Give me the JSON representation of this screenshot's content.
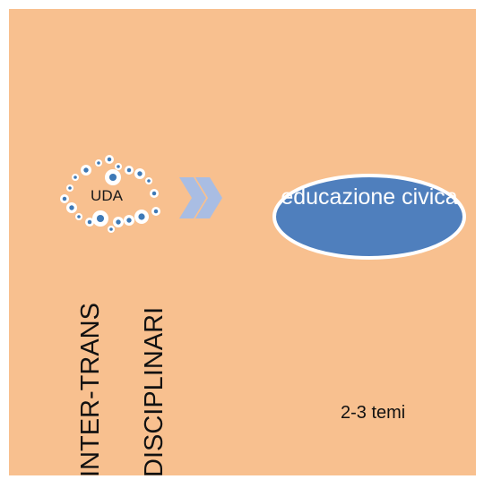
{
  "diagram": {
    "uda_label": "UDA",
    "oval_text": "educazione civica",
    "vertical_labels": [
      "INTER-TRANS",
      "DISCIPLINARI"
    ],
    "note": "2-3 temi"
  },
  "colors": {
    "background": "#f8c08f",
    "oval_fill": "#4f7fbd",
    "oval_text": "#ffffff",
    "chevron": "#a9bde3",
    "dot_ring": "#ffffff",
    "dot_center": "#3e79b6"
  }
}
